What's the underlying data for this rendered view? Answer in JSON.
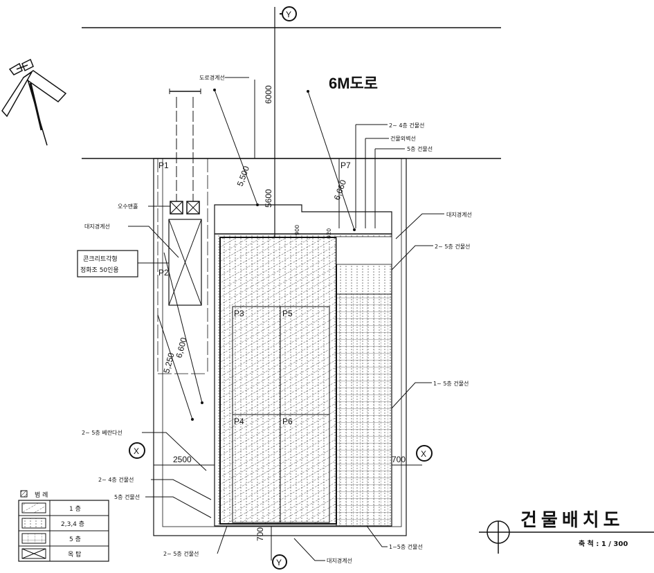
{
  "road": {
    "label": "6M도로",
    "width": "6000",
    "boundary_label": "도로경계선"
  },
  "axes": {
    "y": "Y",
    "x": "X"
  },
  "parking": [
    "P1",
    "P2",
    "P3",
    "P4",
    "P5",
    "P6",
    "P7"
  ],
  "dimensions": {
    "d5500": "5,500",
    "d5600": "5600",
    "d6660": "6,660",
    "d900": "900",
    "d920": "920",
    "d5250": "5,250",
    "d6600": "6,600",
    "d2500": "2500",
    "d700a": "700",
    "d700b": "700"
  },
  "labels": {
    "l24": "2~ 4층 건물선",
    "wall": "건물외벽선",
    "l5": "5층 건물선",
    "site_right": "대지경계선",
    "l25_right": "2~ 5층 건물선",
    "sewage": "오수맨홀",
    "site_left": "대지경계선",
    "septic_line1": "콘크리트각형",
    "septic_line2": "정화조 50인용",
    "l15": "1~ 5층 건물선",
    "balcony": "2~ 5층 베란다선",
    "l24_low": "2~ 4층 건물선",
    "l5_low": "5층 건물선",
    "l25_bottom": "2~ 5층 건물선",
    "site_bottom": "대지경계선",
    "l15_bottom": "1~5층 건물선"
  },
  "legend": {
    "title": "범 례",
    "rows": [
      {
        "label": "1 층"
      },
      {
        "label": "2,3,4 층"
      },
      {
        "label": "5 층"
      },
      {
        "label": "옥 탑"
      }
    ]
  },
  "title_block": {
    "title": "건물배치도",
    "scale": "축 척 : 1 / 300"
  }
}
